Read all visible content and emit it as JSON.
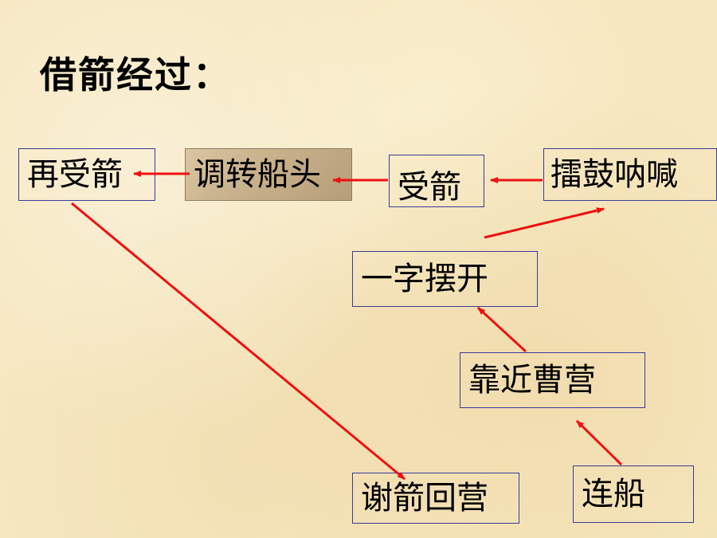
{
  "title": "借箭经过：",
  "nodes": {
    "zaishoujian": "再受箭",
    "tiaozhuan": "调转船头",
    "shoujian": "受箭",
    "leigu": "擂鼓呐喊",
    "yizi": "一字摆开",
    "kaojin": "靠近曹营",
    "lianchuan": "连船",
    "xiejian": "谢箭回营"
  },
  "colors": {
    "arrow": "#ee1111",
    "box_border": "#3a3a9a"
  }
}
